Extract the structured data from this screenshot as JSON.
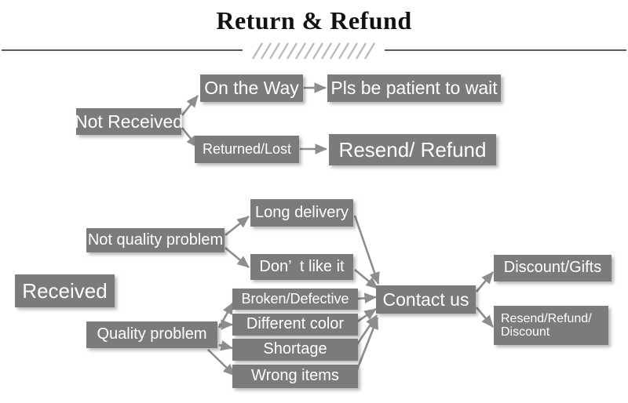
{
  "header": {
    "title": "Return & Refund",
    "divider_icon": "hatch-divider"
  },
  "flows": [
    {
      "id": "not-received",
      "root": {
        "label": "Not Received"
      },
      "branches": [
        {
          "label": "On the Way",
          "outcome": {
            "label": "Pls be patient to wait"
          }
        },
        {
          "label": "Returned/Lost",
          "outcome": {
            "label": "Resend/ Refund"
          }
        }
      ]
    },
    {
      "id": "received",
      "root": {
        "label": "Received"
      },
      "categories": [
        {
          "label": "Not quality problem",
          "reasons": [
            {
              "label": "Long delivery"
            },
            {
              "label": "Don’  t like it"
            }
          ]
        },
        {
          "label": "Quality problem",
          "reasons": [
            {
              "label": "Broken/Defective"
            },
            {
              "label": "Different color"
            },
            {
              "label": "Shortage"
            },
            {
              "label": "Wrong items"
            }
          ]
        }
      ],
      "hub": {
        "label": "Contact us"
      },
      "resolutions": [
        {
          "label": "Discount/Gifts"
        },
        {
          "label": "Resend/Refund/\nDiscount"
        }
      ]
    }
  ],
  "colors": {
    "box_fill": "#7b7b7b",
    "box_text": "#ffffff",
    "connector": "#8d8d8d",
    "rule": "#5a5a5a",
    "title_text": "#111111",
    "background": "#ffffff"
  }
}
